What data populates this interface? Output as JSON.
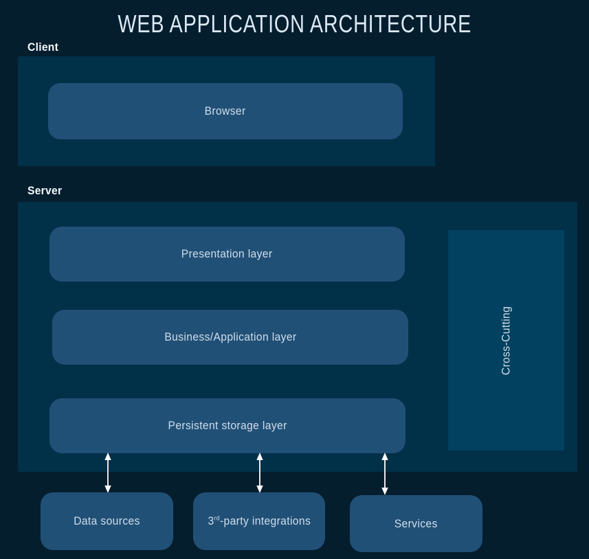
{
  "title": "WEB APPLICATION ARCHITECTURE",
  "client": {
    "label": "Client",
    "browser": "Browser"
  },
  "server": {
    "label": "Server",
    "layers": [
      {
        "label": "Presentation layer"
      },
      {
        "label": "Business/Application layer"
      },
      {
        "label": "Persistent storage layer"
      }
    ],
    "cross_cutting": "Cross-Cutting"
  },
  "external": {
    "data_sources": "Data sources",
    "third_party": {
      "prefix": "3",
      "sup": "rd",
      "rest": "-party integrations"
    },
    "services": "Services"
  },
  "colors": {
    "background": "#041E2E",
    "container_fill": "#013049",
    "box_fill": "#215077",
    "cross_cutting_fill": "#02415F",
    "box_text": "#CFDDEA",
    "section_label_text": "#F2F7FB",
    "title_text": "#DCE9F4",
    "arrow": "#FFFFFF"
  }
}
